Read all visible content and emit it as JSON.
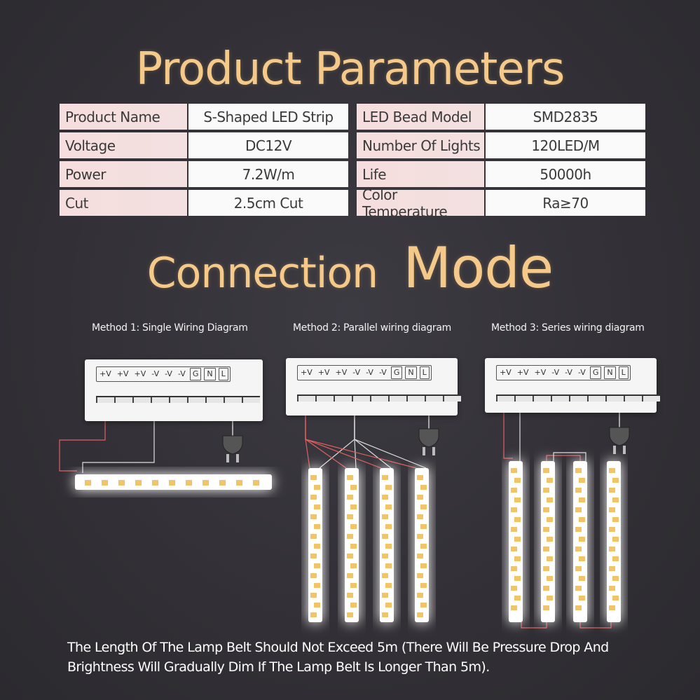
{
  "titles": {
    "product_parameters": "Product Parameters",
    "connection_word": "Connection",
    "mode_word": "Mode"
  },
  "parameters": {
    "left": [
      {
        "key": "Product Name",
        "value": "S-Shaped LED Strip"
      },
      {
        "key": "Voltage",
        "value": "DC12V"
      },
      {
        "key": "Power",
        "value": "7.2W/m"
      },
      {
        "key": "Cut",
        "value": "2.5cm Cut"
      }
    ],
    "right": [
      {
        "key": "LED Bead Model",
        "value": "SMD2835"
      },
      {
        "key": "Number Of Lights",
        "value": "120LED/M"
      },
      {
        "key": "Life",
        "value": "50000h"
      },
      {
        "key": "Color Temperature",
        "value": "Ra≥70"
      }
    ]
  },
  "methods": [
    {
      "label": "Method 1: Single Wiring Diagram"
    },
    {
      "label": "Method 2: Parallel wiring diagram"
    },
    {
      "label": "Method 3: Series wiring diagram"
    }
  ],
  "terminal_labels": [
    "+V",
    "+V",
    "+V",
    "-V",
    "-V",
    "-V",
    "G",
    "N",
    "L"
  ],
  "note": "The Length Of The Lamp Belt Should Not Exceed 5m (There Will Be Pressure Drop And Brightness Will Gradually Dim If The Lamp Belt Is Longer Than 5m).",
  "colors": {
    "title": "#f4c98a",
    "background": "#323036",
    "key_cell": "#f6dede",
    "value_cell": "#fafafa",
    "wire_positive": "#e06060",
    "wire_negative": "#dddddd",
    "led_bead": "#f1c46a"
  }
}
